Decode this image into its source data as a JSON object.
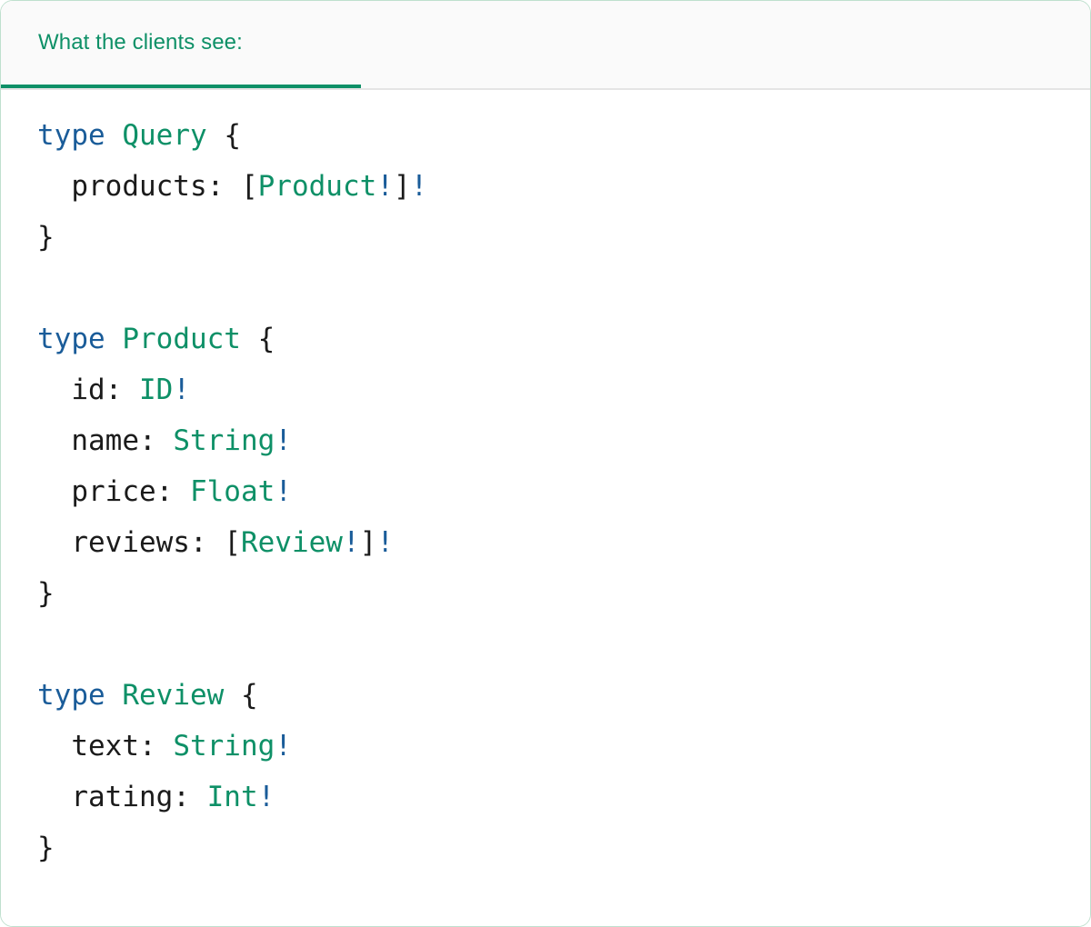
{
  "card": {
    "border_color": "#bfe0ce"
  },
  "tabs": {
    "active_index": 0,
    "items": [
      {
        "label": "What the clients see:",
        "accent": "#0e9067"
      }
    ]
  },
  "colors": {
    "keyword": "#1a5c99",
    "type_name": "#0e9067",
    "bang": "#1a5c99",
    "punctuation": "#1b1b1b",
    "field": "#1b1b1b",
    "tab_background": "#fafafa",
    "code_background": "#ffffff",
    "divider": "#e4e4e4"
  },
  "code": {
    "language": "graphql",
    "lines": [
      [
        {
          "t": "type ",
          "c": "kw"
        },
        {
          "t": "Query",
          "c": "type"
        },
        {
          "t": " {",
          "c": "punct"
        }
      ],
      [
        {
          "t": "  products: ",
          "c": "field"
        },
        {
          "t": "[",
          "c": "punct"
        },
        {
          "t": "Product",
          "c": "type"
        },
        {
          "t": "!",
          "c": "bang"
        },
        {
          "t": "]",
          "c": "punct"
        },
        {
          "t": "!",
          "c": "bang"
        }
      ],
      [
        {
          "t": "}",
          "c": "punct"
        }
      ],
      [],
      [
        {
          "t": "type ",
          "c": "kw"
        },
        {
          "t": "Product",
          "c": "type"
        },
        {
          "t": " {",
          "c": "punct"
        }
      ],
      [
        {
          "t": "  id: ",
          "c": "field"
        },
        {
          "t": "ID",
          "c": "type"
        },
        {
          "t": "!",
          "c": "bang"
        }
      ],
      [
        {
          "t": "  name: ",
          "c": "field"
        },
        {
          "t": "String",
          "c": "type"
        },
        {
          "t": "!",
          "c": "bang"
        }
      ],
      [
        {
          "t": "  price: ",
          "c": "field"
        },
        {
          "t": "Float",
          "c": "type"
        },
        {
          "t": "!",
          "c": "bang"
        }
      ],
      [
        {
          "t": "  reviews: ",
          "c": "field"
        },
        {
          "t": "[",
          "c": "punct"
        },
        {
          "t": "Review",
          "c": "type"
        },
        {
          "t": "!",
          "c": "bang"
        },
        {
          "t": "]",
          "c": "punct"
        },
        {
          "t": "!",
          "c": "bang"
        }
      ],
      [
        {
          "t": "}",
          "c": "punct"
        }
      ],
      [],
      [
        {
          "t": "type ",
          "c": "kw"
        },
        {
          "t": "Review",
          "c": "type"
        },
        {
          "t": " {",
          "c": "punct"
        }
      ],
      [
        {
          "t": "  text: ",
          "c": "field"
        },
        {
          "t": "String",
          "c": "type"
        },
        {
          "t": "!",
          "c": "bang"
        }
      ],
      [
        {
          "t": "  rating: ",
          "c": "field"
        },
        {
          "t": "Int",
          "c": "type"
        },
        {
          "t": "!",
          "c": "bang"
        }
      ],
      [
        {
          "t": "}",
          "c": "punct"
        }
      ]
    ]
  }
}
